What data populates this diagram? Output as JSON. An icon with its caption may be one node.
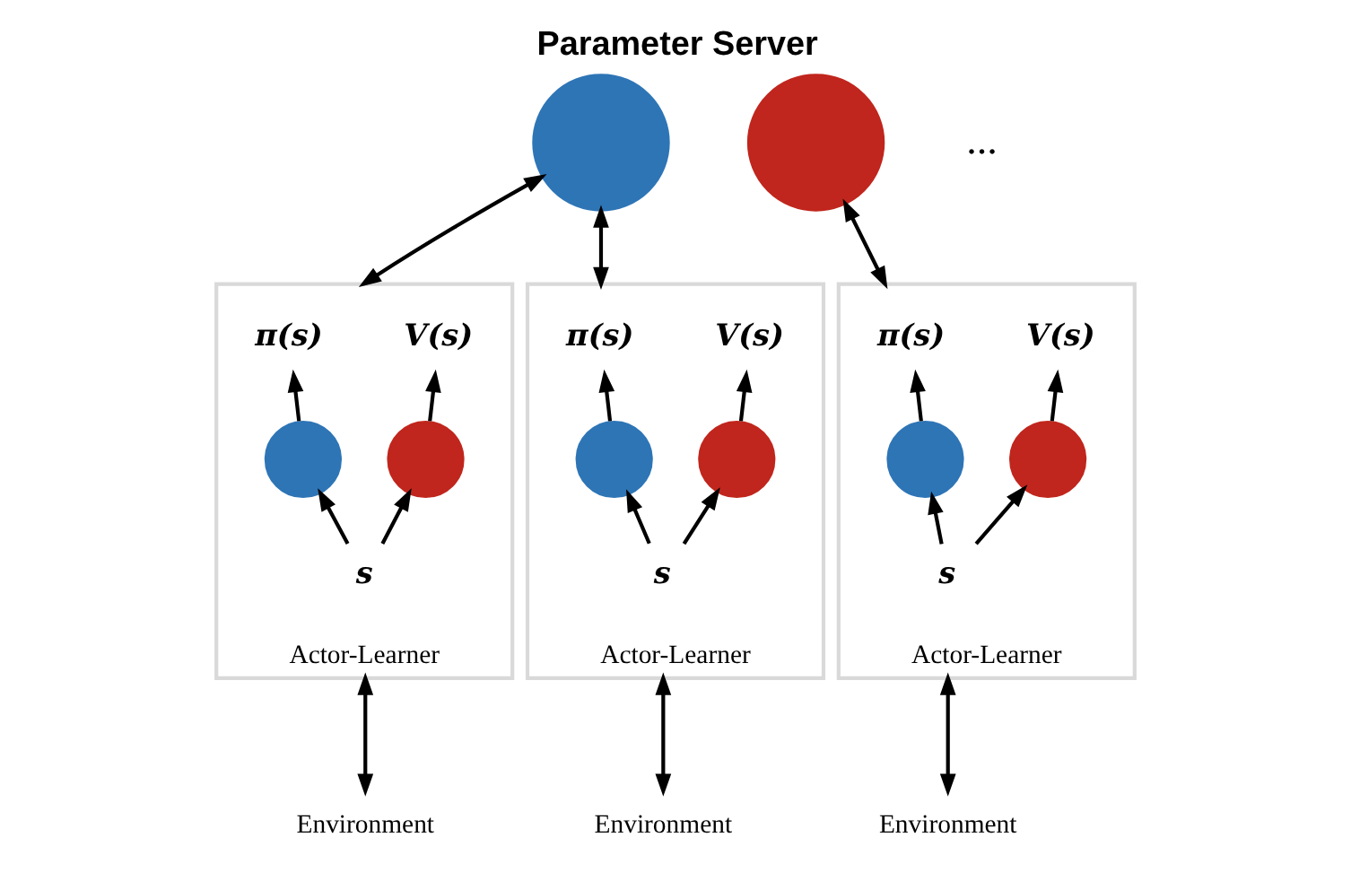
{
  "diagram": {
    "title": "Parameter Server",
    "nodes": [
      {
        "text": [],
        "shape": "circle"
      },
      {
        "text": [],
        "shape": "circle"
      },
      {
        "text": [
          "Actor-Learner"
        ]
      },
      {
        "text": [
          "π(s)"
        ],
        "in": 2
      },
      {
        "text": [
          "V(s)"
        ],
        "in": 2
      },
      {
        "text": [],
        "shape": "circle",
        "in": 2
      },
      {
        "text": [],
        "shape": "circle",
        "in": 2
      },
      {
        "text": [
          "s"
        ],
        "in": 2
      },
      {
        "text": [
          "Environment"
        ]
      },
      {
        "text": [
          "Actor-Learner"
        ]
      },
      {
        "text": [
          "π(s)"
        ],
        "in": 9
      },
      {
        "text": [
          "V(s)"
        ],
        "in": 9
      },
      {
        "text": [],
        "shape": "circle",
        "in": 9
      },
      {
        "text": [],
        "shape": "circle",
        "in": 9
      },
      {
        "text": [
          "s"
        ],
        "in": 9
      },
      {
        "text": [
          "Environment"
        ]
      },
      {
        "text": [
          "Actor-Learner"
        ]
      },
      {
        "text": [
          "π(s)"
        ],
        "in": 16
      },
      {
        "text": [
          "V(s)"
        ],
        "in": 16
      },
      {
        "text": [],
        "shape": "circle",
        "in": 16
      },
      {
        "text": [],
        "shape": "circle",
        "in": 16
      },
      {
        "text": [
          "s"
        ],
        "in": 16
      },
      {
        "text": [
          "Environment"
        ]
      }
    ],
    "edges": [
      {
        "from": 0,
        "to": 2,
        "arrow": "both"
      },
      {
        "from": 0,
        "to": 9,
        "arrow": "both"
      },
      {
        "from": 1,
        "to": 16,
        "arrow": "both"
      },
      {
        "from": 5,
        "to": 3,
        "arrow": "to"
      },
      {
        "from": 6,
        "to": 4,
        "arrow": "to"
      },
      {
        "from": 7,
        "to": 5,
        "arrow": "to"
      },
      {
        "from": 7,
        "to": 6,
        "arrow": "to"
      },
      {
        "from": 2,
        "to": 8,
        "arrow": "both"
      },
      {
        "from": 12,
        "to": 10,
        "arrow": "to"
      },
      {
        "from": 13,
        "to": 11,
        "arrow": "to"
      },
      {
        "from": 14,
        "to": 12,
        "arrow": "to"
      },
      {
        "from": 14,
        "to": 13,
        "arrow": "to"
      },
      {
        "from": 9,
        "to": 15,
        "arrow": "both"
      },
      {
        "from": 19,
        "to": 17,
        "arrow": "to"
      },
      {
        "from": 20,
        "to": 18,
        "arrow": "to"
      },
      {
        "from": 21,
        "to": 19,
        "arrow": "to"
      },
      {
        "from": 21,
        "to": 20,
        "arrow": "to"
      },
      {
        "from": 16,
        "to": 22,
        "arrow": "both"
      }
    ],
    "labels": [
      "..."
    ]
  }
}
